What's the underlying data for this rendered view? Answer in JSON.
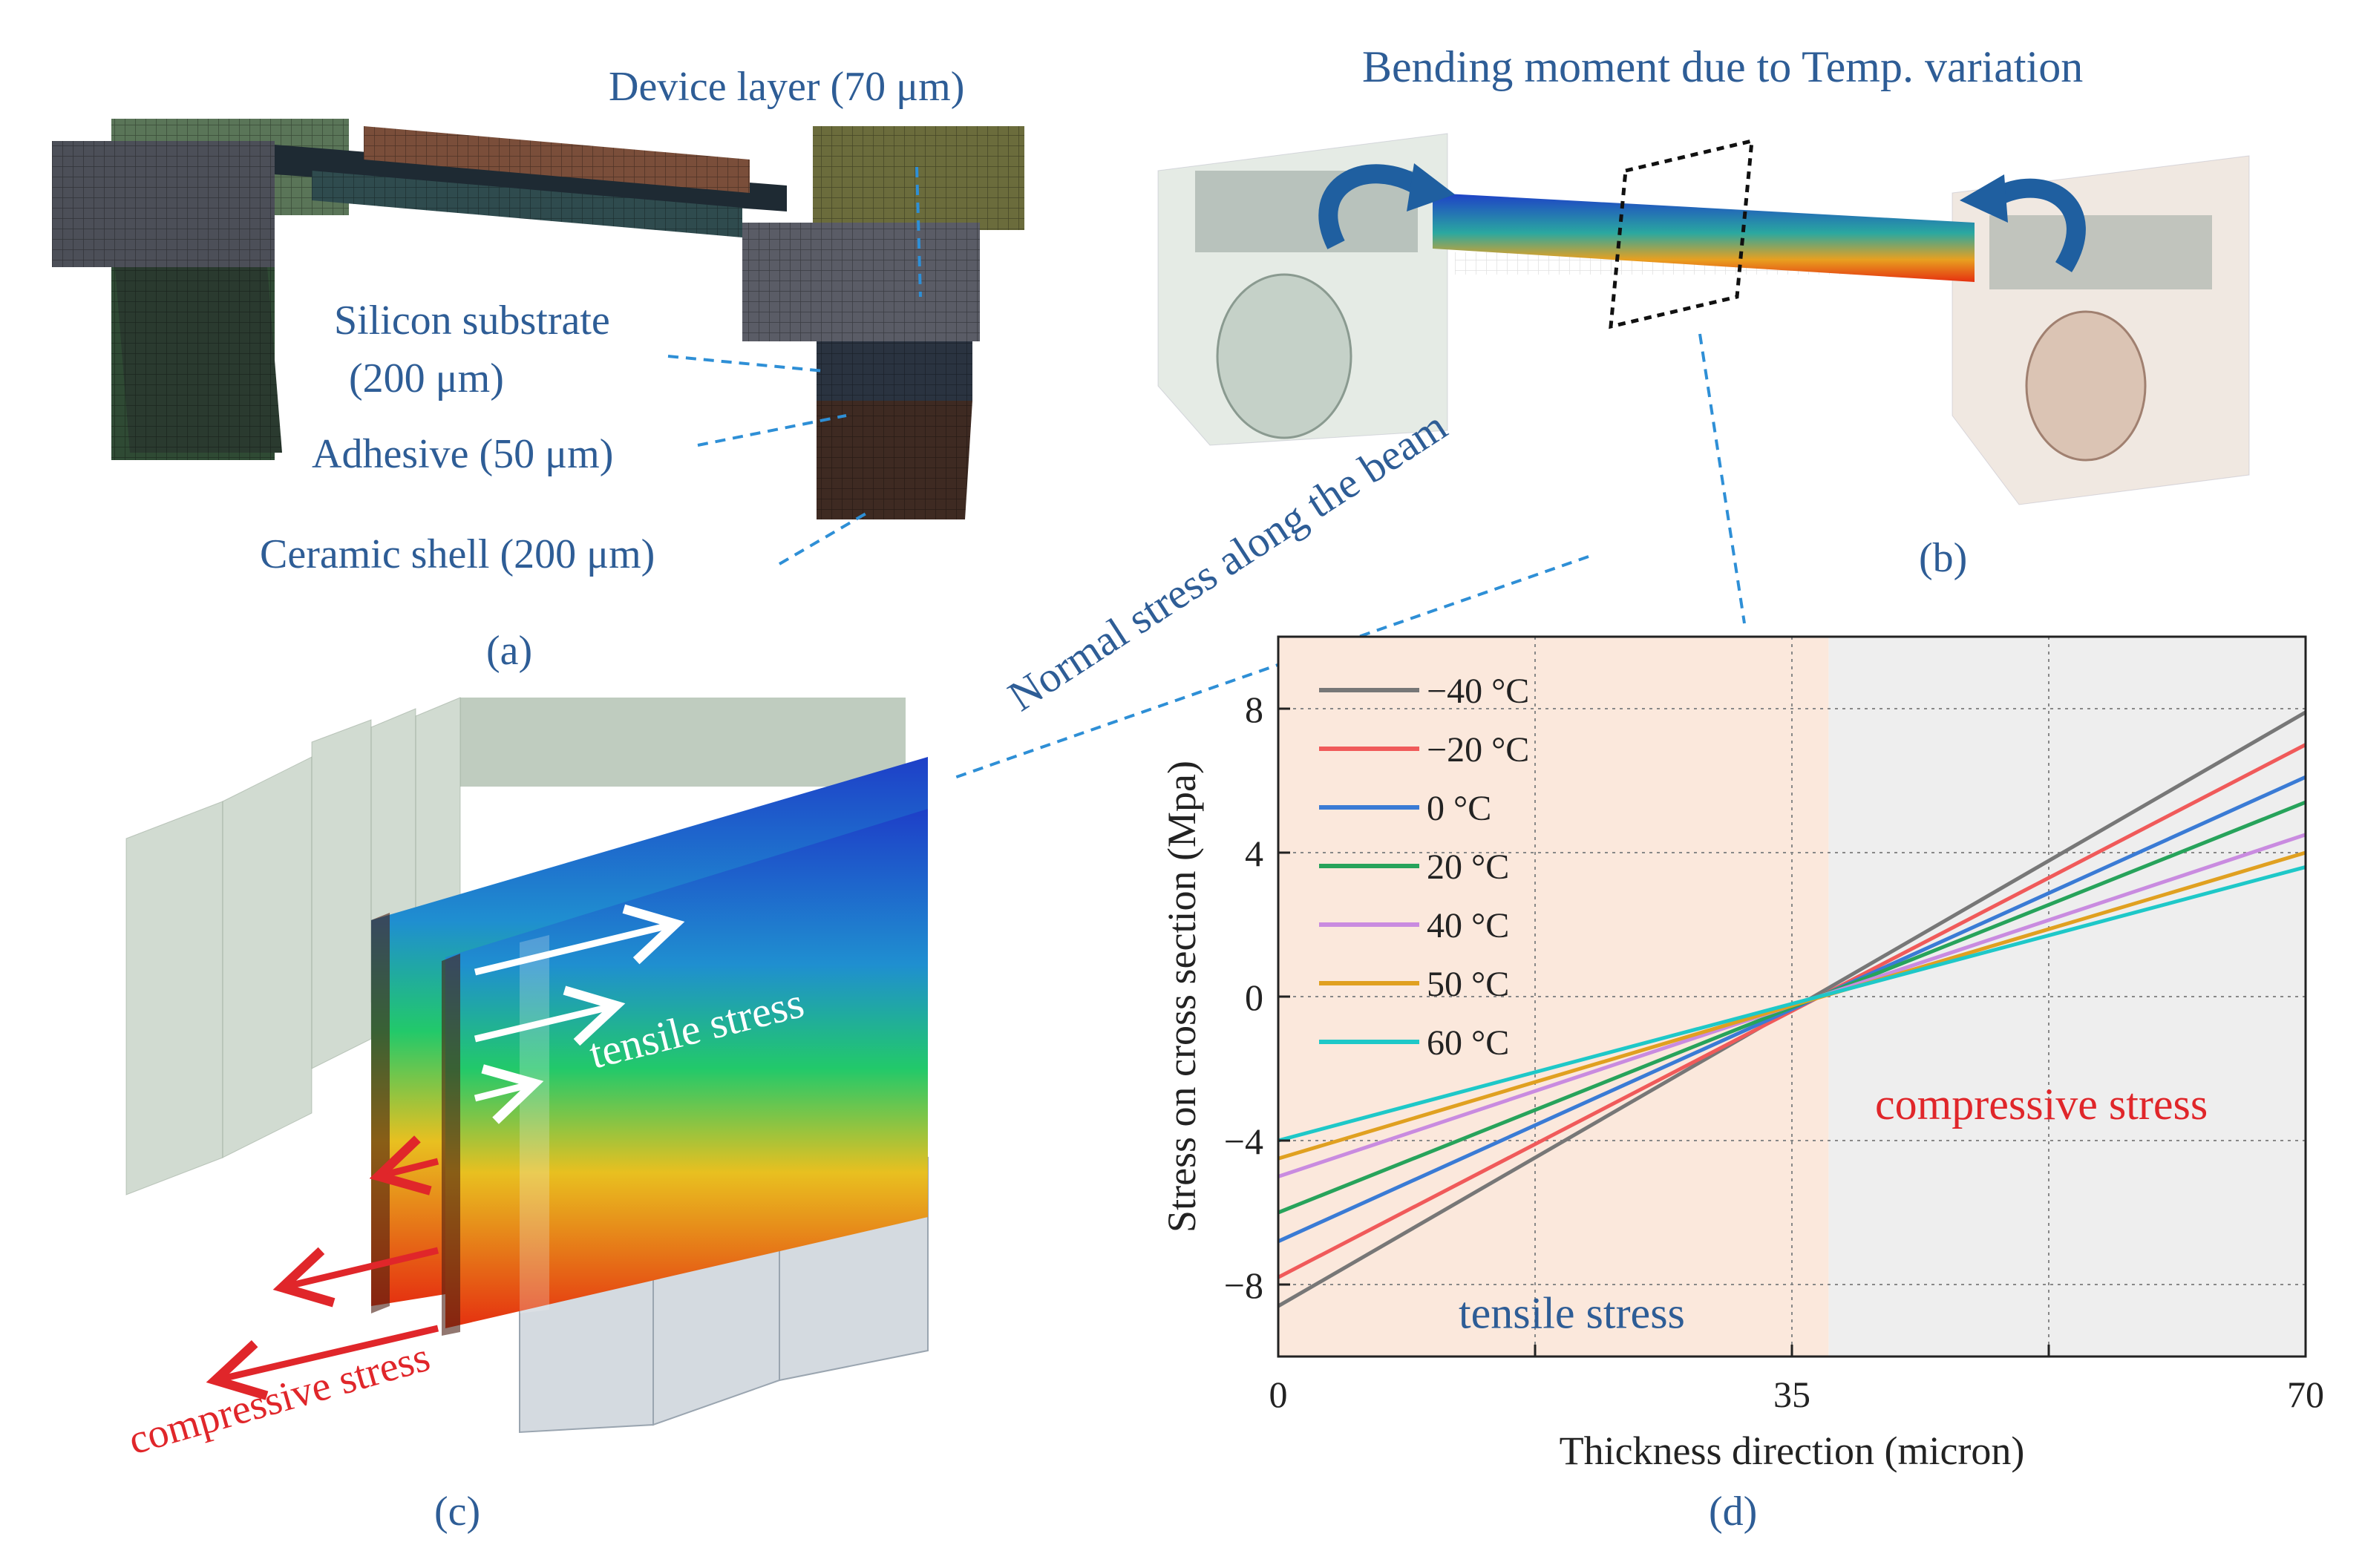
{
  "colors": {
    "label_blue": "#2e5d96",
    "compressive_red": "#e0262a",
    "tensile_region": "#fbe8dc",
    "compressive_region": "#eeeeee"
  },
  "panel_a": {
    "caption": "(a)",
    "device_layer": "Device layer (70 μm)",
    "substrate_line1": "Silicon substrate",
    "substrate_line2": "(200 μm)",
    "adhesive": "Adhesive (50 μm)",
    "ceramic": "Ceramic shell (200 μm)"
  },
  "panel_b": {
    "caption": "(b)",
    "title": "Bending moment due to  Temp. variation"
  },
  "link_label": "Normal stress  along the beam",
  "panel_c": {
    "caption": "(c)",
    "tensile": "tensile stress",
    "compressive": "compressive stress"
  },
  "panel_d": {
    "caption": "(d)"
  },
  "chart_data": {
    "type": "line",
    "xlabel": "Thickness direction (micron)",
    "ylabel": "Stress on cross section (Mpa)",
    "xlim": [
      0,
      70
    ],
    "ylim": [
      -10,
      10
    ],
    "x_ticks": [
      "0",
      "35",
      "70"
    ],
    "y_ticks": [
      "-8",
      "-4",
      "0",
      "4",
      "8"
    ],
    "grid": true,
    "legend_position": "top-left",
    "regions": [
      {
        "label": "tensile stress",
        "x_range": [
          0,
          37.5
        ]
      },
      {
        "label": "compressive stress",
        "x_range": [
          37.5,
          70
        ]
      }
    ],
    "x": [
      0,
      70
    ],
    "series": [
      {
        "name": "−40 °C",
        "color": "#777777",
        "values": [
          -8.6,
          7.9
        ]
      },
      {
        "name": "−20 °C",
        "color": "#f05a5a",
        "values": [
          -7.8,
          7.0
        ]
      },
      {
        "name": " 0 °C",
        "color": "#3a7bd5",
        "values": [
          -6.8,
          6.1
        ]
      },
      {
        "name": "20 °C",
        "color": "#27a35b",
        "values": [
          -6.0,
          5.4
        ]
      },
      {
        "name": "40 °C",
        "color": "#c98be0",
        "values": [
          -5.0,
          4.5
        ]
      },
      {
        "name": "50 °C",
        "color": "#e0a020",
        "values": [
          -4.5,
          4.0
        ]
      },
      {
        "name": "60 °C",
        "color": "#1ec8c8",
        "values": [
          -4.0,
          3.6
        ]
      }
    ]
  }
}
